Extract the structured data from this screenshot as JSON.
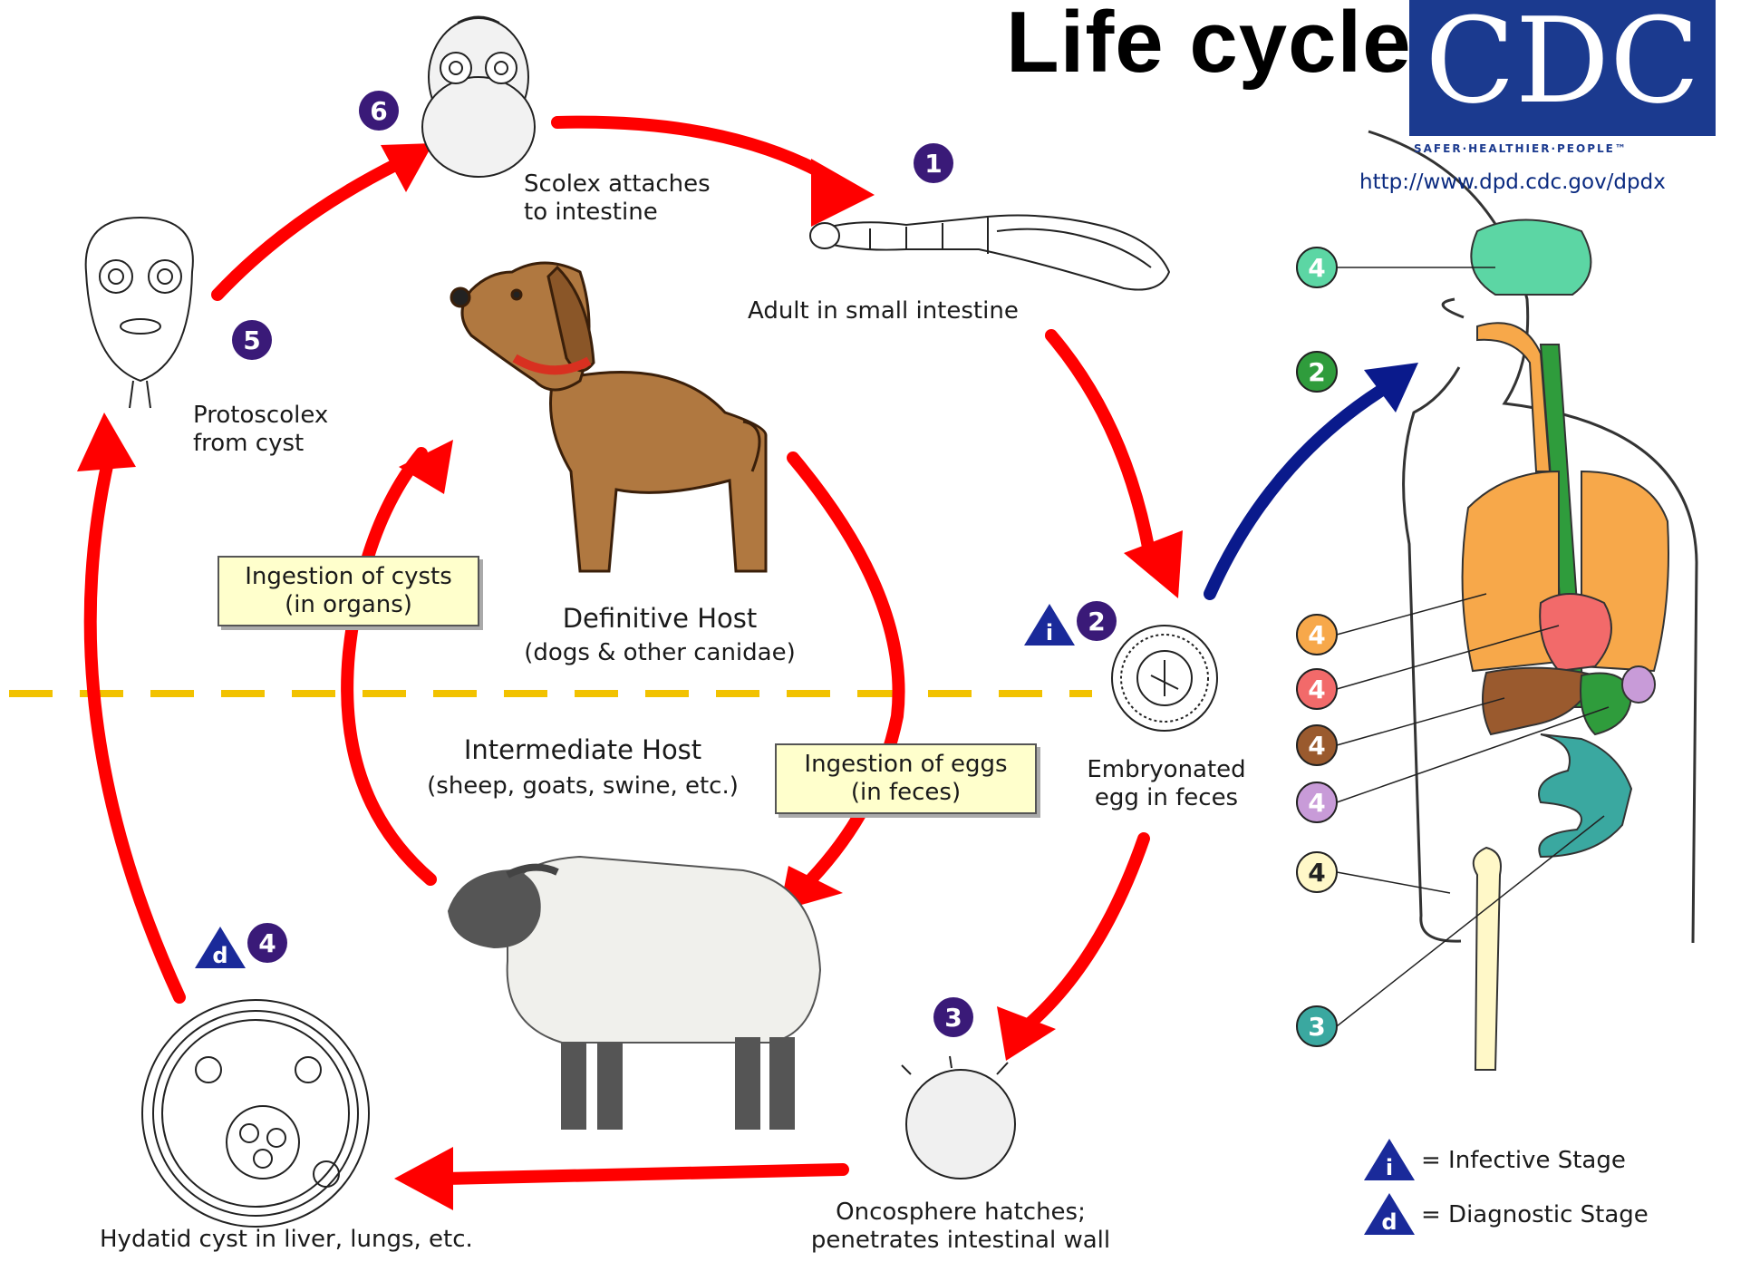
{
  "title": "Life cycle",
  "logo": {
    "text": "CDC",
    "tagline": "SAFER·HEALTHIER·PEOPLE™",
    "url": "http://www.dpd.cdc.gov/dpdx"
  },
  "stages": {
    "s1": "Adult in small intestine",
    "s2": [
      "Embryonated",
      "egg in feces"
    ],
    "s3": [
      "Oncosphere hatches;",
      "penetrates intestinal wall"
    ],
    "s4": "Hydatid cyst in liver, lungs, etc.",
    "s5": [
      "Protoscolex",
      "from cyst"
    ],
    "s6": [
      "Scolex attaches",
      "to intestine"
    ]
  },
  "hosts": {
    "definitive": {
      "title": "Definitive Host",
      "detail": "(dogs & other canidae)"
    },
    "intermediate": {
      "title": "Intermediate Host",
      "detail": "(sheep, goats, swine, etc.)"
    }
  },
  "boxes": {
    "cysts": [
      "Ingestion of cysts",
      "(in organs)"
    ],
    "eggs": [
      "Ingestion of eggs",
      "(in feces)"
    ]
  },
  "numbers": {
    "n1": "1",
    "n2": "2",
    "n3": "3",
    "n4": "4",
    "n5": "5",
    "n6": "6"
  },
  "human_numbers": [
    "4",
    "2",
    "4",
    "4",
    "4",
    "4",
    "4",
    "3"
  ],
  "legend": {
    "infective": "= Infective Stage",
    "diagnostic": "= Diagnostic Stage",
    "infective_symbol": "i",
    "diagnostic_symbol": "d"
  },
  "colors": {
    "arrow_red": "#ff0000",
    "arrow_blue": "#0a1a8c",
    "badge_purple": "#3a1a78",
    "stage_blue": "#1a2a9a",
    "dash_yellow": "#f2c200",
    "brain": "#5cd6a4",
    "lungs": "#f7a84a",
    "heart": "#f26a6a",
    "liver": "#9a5a2e",
    "kidney": "#c89bd8",
    "bone": "#fff8c8",
    "intestine": "#3aa8a0",
    "stomach": "#2f9c3c"
  }
}
